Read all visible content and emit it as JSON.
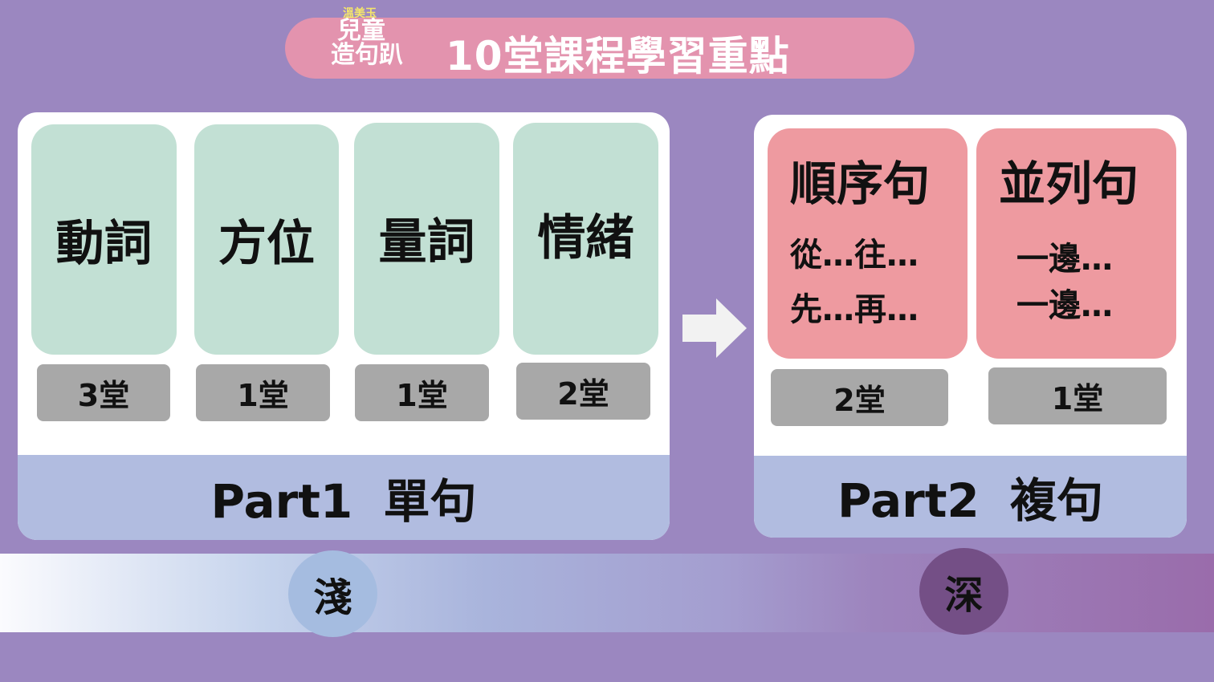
{
  "header": {
    "title": "10堂課程學習重點",
    "logo": {
      "line1": "溫美玉",
      "line2": "兒童",
      "line3": "造句趴"
    }
  },
  "part1": {
    "label": "Part1 單句",
    "topics": [
      {
        "name": "動詞",
        "lessons": "3堂"
      },
      {
        "name": "方位",
        "lessons": "1堂"
      },
      {
        "name": "量詞",
        "lessons": "1堂"
      },
      {
        "name": "情緒",
        "lessons": "2堂"
      }
    ]
  },
  "part2": {
    "label": "Part2 複句",
    "topics": [
      {
        "name": "順序句",
        "ex1": "從…往…",
        "ex2": "先…再…",
        "lessons": "2堂"
      },
      {
        "name": "並列句",
        "ex1": "一邊…",
        "ex2": "一邊…",
        "lessons": "1堂"
      }
    ]
  },
  "scale": {
    "shallow": "淺",
    "deep": "深"
  }
}
